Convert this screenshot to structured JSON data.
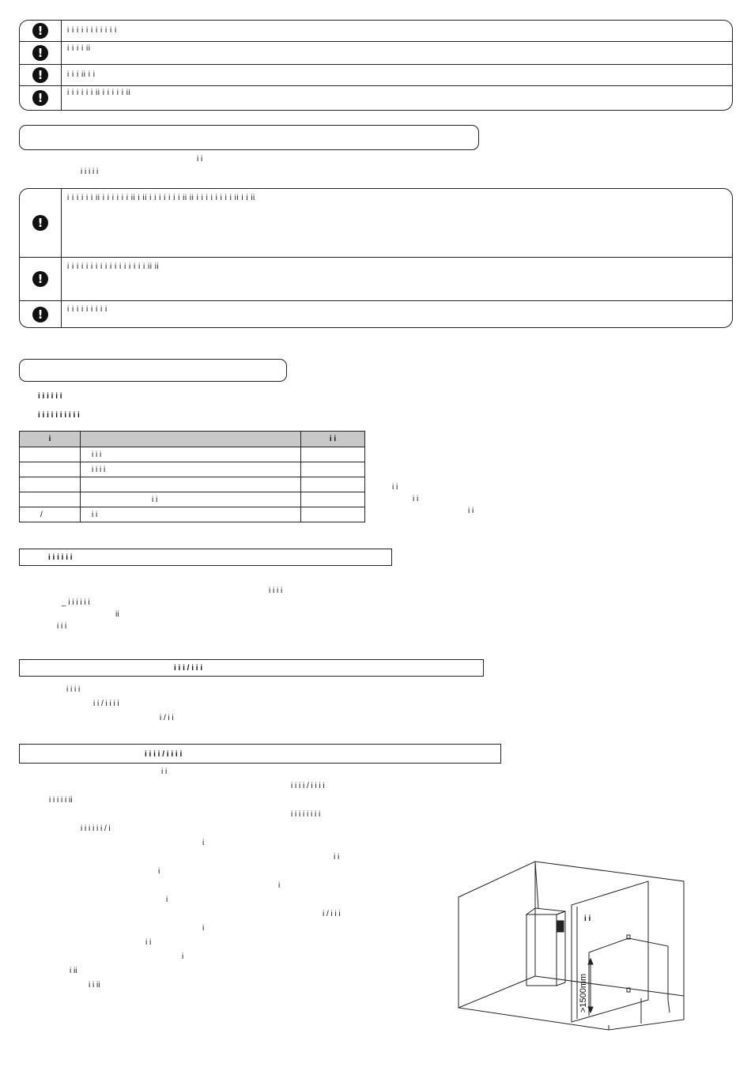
{
  "warnings_top": [
    {
      "icon": "exclamation-icon",
      "text": "i i i i i i i i i i i"
    },
    {
      "icon": "exclamation-icon",
      "text": "i i i i ii"
    },
    {
      "icon": "exclamation-icon",
      "text": "i i i ii i i"
    },
    {
      "icon": "exclamation-icon",
      "text": "i i i i i i ii i i i i i ii"
    }
  ],
  "section1": {
    "para_lines": [
      "i i",
      "i i i i i"
    ]
  },
  "warnings_mid": [
    {
      "icon": "exclamation-icon",
      "text": "i i i i i i ii i i i i i i ii i ii i i i i i i i ii ii i i i i i i i i ii i i ii"
    },
    {
      "icon": "exclamation-icon",
      "text": "i i i i i i i i i i i i i i i i i ii ii"
    },
    {
      "icon": "exclamation-icon",
      "text": "i i i i i i i i i"
    }
  ],
  "section2": {
    "lines": [
      "i i i i i i",
      "i i i i i i i i i i"
    ]
  },
  "table": {
    "headers": [
      "i",
      "",
      "i i"
    ],
    "rows": [
      [
        "",
        "i i i",
        ""
      ],
      [
        "",
        "i i i i",
        ""
      ],
      [
        "",
        "",
        ""
      ],
      [
        "",
        "i i",
        ""
      ],
      [
        "/",
        "i i",
        ""
      ]
    ]
  },
  "table_side_note": [
    "i i",
    "i i",
    "i i"
  ],
  "sub1": {
    "heading": "i i i i i i",
    "lines": [
      "i i i i",
      "_ i i i i i i",
      "ii",
      "i i i"
    ]
  },
  "sub2": {
    "heading": "i i i / i i i",
    "lines": [
      "i i i i",
      "i i / i i i i",
      "i / i i"
    ]
  },
  "sub3": {
    "heading": "i i i i / i i i i",
    "lines": [
      "i i",
      "i i i i / i i i i",
      "i i i i i ii",
      "i i i i i i i i",
      "i i i i i i / i",
      "i",
      "i i",
      "",
      "i",
      "i",
      "i",
      "",
      "i / i i i",
      "",
      "i",
      "i i",
      "i",
      "i ii",
      "i i ii"
    ]
  },
  "figure": {
    "dimension_label": ">1500mm",
    "room_label": "i i"
  }
}
